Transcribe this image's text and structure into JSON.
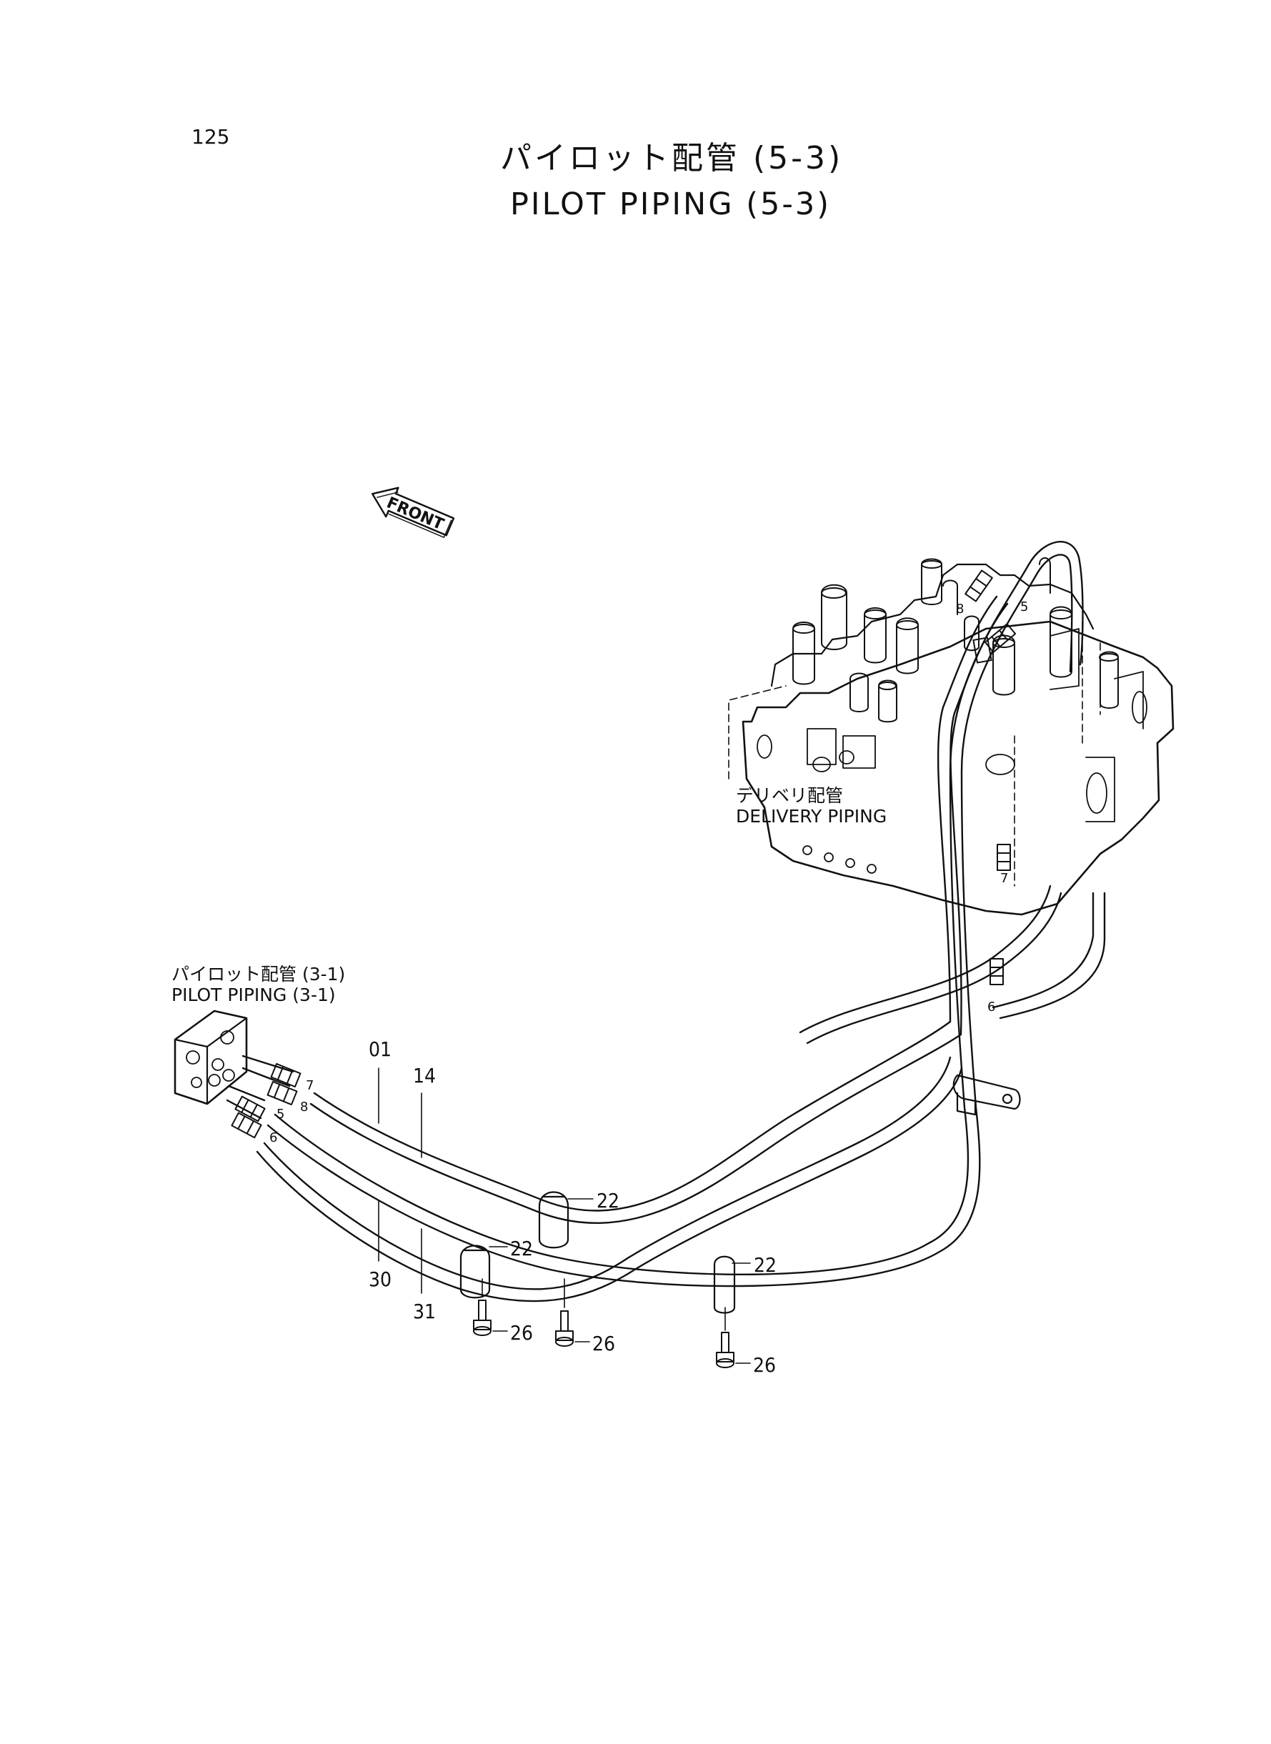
{
  "page": {
    "number": "125"
  },
  "title": {
    "japanese": "パイロット配管 (5-3)",
    "english": "PILOT PIPING (5-3)"
  },
  "orientation": {
    "label": "FRONT"
  },
  "references": {
    "delivery_piping": {
      "japanese": "デリベリ配管",
      "english": "DELIVERY PIPING"
    },
    "pilot_piping_3_1": {
      "japanese": "パイロット配管 (3-1)",
      "english": "PILOT PIPING (3-1)"
    }
  },
  "callouts": {
    "hose_01": "01",
    "hose_14": "14",
    "hose_30": "30",
    "hose_31": "31",
    "clamp_22_a": "22",
    "clamp_22_b": "22",
    "clamp_22_c": "22",
    "bolt_26_a": "26",
    "bolt_26_b": "26",
    "bolt_26_c": "26",
    "fitting_5_block": "5",
    "fitting_6_block": "6",
    "fitting_7_block": "7",
    "fitting_8_block": "8",
    "fitting_5_valve": "5",
    "fitting_6_valve": "6",
    "fitting_7_valve": "7",
    "fitting_8_valve": "8"
  },
  "colors": {
    "ink": "#111111",
    "paper": "#ffffff"
  }
}
